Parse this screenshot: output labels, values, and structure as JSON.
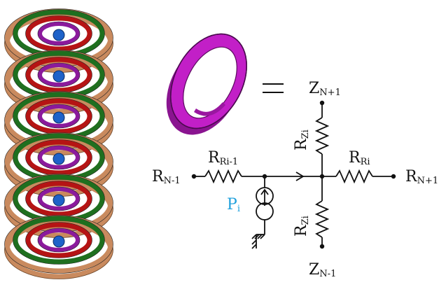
{
  "colors": {
    "ring_magenta": "#c21fc7",
    "coil_copper": "#c98a5e",
    "coil_green": "#1f6f1f",
    "coil_red": "#b51414",
    "coil_purple": "#8b1a9c",
    "core_blue": "#1e62c9",
    "source_label": "#1ea0dc"
  },
  "equals_sign": "=",
  "labels": {
    "z_top": "Z",
    "z_top_sub": "N+1",
    "z_bottom": "Z",
    "z_bottom_sub": "N-1",
    "r_left": "R",
    "r_left_sub": "N-1",
    "r_right": "R",
    "r_right_sub": "N+1",
    "r_ri_minus_1": "R",
    "r_ri_minus_1_sub": "Ri-1",
    "r_ri": "R",
    "r_ri_sub": "Ri",
    "r_zi_top": "R",
    "r_zi_top_sub": "Zi",
    "r_zi_bottom": "R",
    "r_zi_bottom_sub": "Zi",
    "p_i": "P",
    "p_i_sub": "i"
  },
  "icons": {
    "coil_stack": "stacked-coil-icon",
    "ring": "single-ring-icon",
    "current_source": "current-source-icon",
    "ground": "ground-icon"
  }
}
